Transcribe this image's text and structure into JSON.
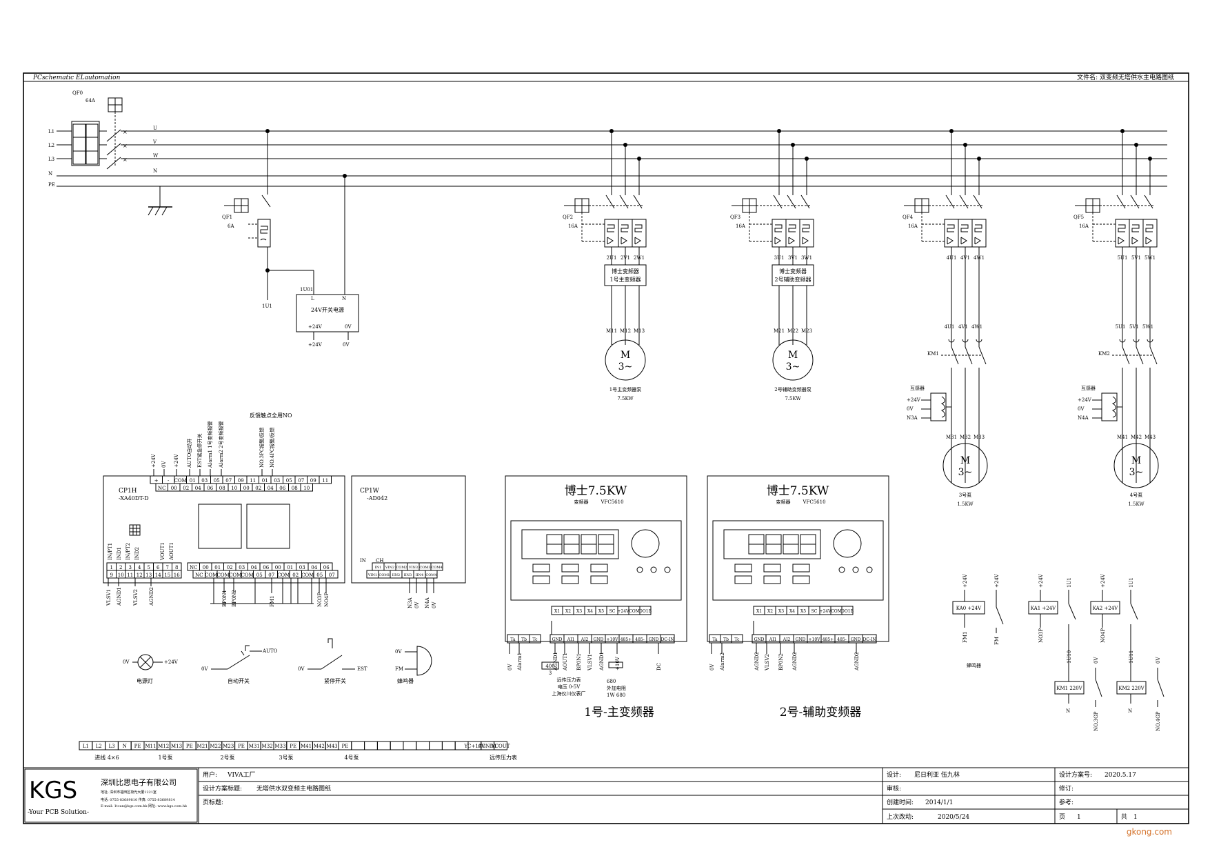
{
  "header": {
    "left": "PCschematic ELautomation",
    "right": "文件名: 双变频无塔供水主电路图纸"
  },
  "mains": {
    "breaker": "QF0",
    "breaker_rating": "64A",
    "lines": [
      "L1",
      "L2",
      "L3",
      "N",
      "PE"
    ],
    "bus": [
      "U",
      "V",
      "W",
      "N"
    ]
  },
  "psu": {
    "breaker": "QF1",
    "rating": "6A",
    "out": "1U1",
    "tag": "1U01",
    "title": "24V开关电源",
    "in_l": "L",
    "in_n": "N",
    "out_p": "+24V",
    "out_0": "0V",
    "term_p": "+24V",
    "term_0": "0V"
  },
  "branches": [
    {
      "qf": "QF2",
      "rating": "16A",
      "t": [
        "2U1",
        "2V1",
        "2W1"
      ],
      "vfd": [
        "博士变频器",
        "1号主变频器"
      ],
      "m": [
        "M11",
        "M12",
        "M13"
      ],
      "name": "1号主变频器泵",
      "power": "7.5KW"
    },
    {
      "qf": "QF3",
      "rating": "16A",
      "t": [
        "3U1",
        "3V1",
        "3W1"
      ],
      "vfd": [
        "博士变频器",
        "2号辅助变频器"
      ],
      "m": [
        "M21",
        "M22",
        "M23"
      ],
      "name": "2号辅助变频器泵",
      "power": "7.5KW"
    },
    {
      "qf": "QF4",
      "rating": "16A",
      "t": [
        "4U1",
        "4V1",
        "4W1"
      ],
      "km": "KM1",
      "ct": "互感器",
      "ct_t": [
        "+24V",
        "0V",
        "N3A"
      ],
      "m": [
        "M31",
        "M32",
        "M33"
      ],
      "name": "3号泵",
      "power": "1.5KW"
    },
    {
      "qf": "QF5",
      "rating": "16A",
      "t": [
        "5U1",
        "5V1",
        "5W1"
      ],
      "km": "KM2",
      "ct": "互感器",
      "ct_t": [
        "+24V",
        "0V",
        "N4A"
      ],
      "m": [
        "M41",
        "M42",
        "M43"
      ],
      "name": "4号泵",
      "power": "1.5KW"
    }
  ],
  "motor": {
    "m": "M",
    "phase": "3~"
  },
  "plc": {
    "name": "CP1H",
    "model": "-XA40DT-D",
    "feedback_note": "反馈触点全用NO",
    "top_labels": [
      "+24V",
      "0V",
      "+24V",
      "AUTO自动开",
      "EST紧急停开关",
      "Alarm1 1号变频报警",
      "Alarm2 2号变频报警",
      "NO.3PC报警/反馈",
      "NO.4PC报警/反馈"
    ],
    "top_row1": [
      "+",
      "-",
      "COM",
      "01",
      "03",
      "05",
      "07",
      "09",
      "11",
      "01",
      "03",
      "05",
      "07",
      "09",
      "11"
    ],
    "top_row2": [
      "NC",
      "00",
      "02",
      "04",
      "06",
      "08",
      "10",
      "00",
      "02",
      "04",
      "06",
      "08",
      "10"
    ],
    "ai_labels": [
      "IN/PT1",
      "IND1",
      "IN/PT2",
      "IND2",
      "VOUT1",
      "AOUT1"
    ],
    "ai_row1": [
      "1",
      "2",
      "3",
      "4",
      "5",
      "6",
      "7",
      "8"
    ],
    "ai_row2": [
      "9",
      "10",
      "11",
      "12",
      "13",
      "14",
      "15",
      "16"
    ],
    "ai_bottom": [
      "VLSV1",
      "AGND1",
      "VLSV2",
      "AGND2"
    ],
    "bot_row1": [
      "NC",
      "00",
      "01",
      "02",
      "03",
      "04",
      "06",
      "00",
      "01",
      "03",
      "04",
      "06"
    ],
    "bot_row2": [
      "NC",
      "COM",
      "COM",
      "COM",
      "COM",
      "05",
      "07",
      "COM",
      "02",
      "COM",
      "05",
      "07"
    ],
    "bot_labels": [
      "BP0N1",
      "BP0N2",
      "FM1",
      "NO3P",
      "NO4P"
    ]
  },
  "plc_ad": {
    "name": "CP1W",
    "model": "-AD042",
    "in": "IN",
    "ch": "CH",
    "row1": [
      "IN1",
      "VIN2",
      "COM2",
      "VIN3",
      "COM3",
      "COM4"
    ],
    "row2": [
      "VIN1",
      "COM1",
      "IIN2",
      "IIN3",
      "IIN4",
      "COM4"
    ],
    "bot": [
      "N3A",
      "0V",
      "N4A",
      "0V"
    ]
  },
  "vfd1": {
    "title": "博士7.5KW",
    "sub": "变频器",
    "model": "VFC5610",
    "io_top": [
      "X1",
      "X2",
      "X3",
      "X4",
      "X5",
      "SC",
      "+24V",
      "COM",
      "DO1B"
    ],
    "io_bot": [
      "Ta",
      "Tb",
      "Tc",
      "GND",
      "AI1",
      "AI2",
      "GND",
      "+10V",
      "485+",
      "485-",
      "GND",
      "DC-IN"
    ],
    "labels": [
      "0V",
      "Alarm1",
      "AGND1",
      "AOUT1",
      "BP0N1",
      "VLSV1",
      "AGND1",
      "+10V",
      "DC"
    ],
    "note1": "远传压力表",
    "note2": "电压 0-5V",
    "note3": "上海仪川仪表厂",
    "pot": "400",
    "pot_n": "3",
    "res": "680",
    "res_note1": "外加电阻",
    "res_note2": "1W 680",
    "caption": "1号-主变频器"
  },
  "vfd2": {
    "title": "博士7.5KW",
    "sub": "变频器",
    "model": "VFC5610",
    "io_top": [
      "X1",
      "X2",
      "X3",
      "X4",
      "X5",
      "SC",
      "+24V",
      "COM",
      "DO1B"
    ],
    "io_bot": [
      "Ta",
      "Tb",
      "Tc",
      "GND",
      "AI1",
      "AI2",
      "GND",
      "+10V",
      "485+",
      "485-",
      "GND",
      "DC-IN"
    ],
    "labels": [
      "0V",
      "Alarm2",
      "AGND2",
      "VLSV2",
      "BP0N2",
      "AGND2",
      "AGND2"
    ],
    "caption": "2号-辅助变频器"
  },
  "indicators": {
    "lamp": {
      "l": "0V",
      "r": "+24V",
      "name": "电源灯"
    },
    "auto": {
      "l": "0V",
      "r": "AUTO",
      "name": "自动开关"
    },
    "est": {
      "l": "0V",
      "r": "EST",
      "name": "紧停开关"
    },
    "buzzer": {
      "t": "0V",
      "m": "FM",
      "name": "蜂鸣器"
    }
  },
  "relays": {
    "ka0": {
      "top": "+24V",
      "coil": "KA0 +24V",
      "bottom": "FM1",
      "right_top": "+24V",
      "right_bot": "FM",
      "name": "蜂鸣器"
    },
    "ka1": {
      "top": "+24V",
      "coil": "KA1 +24V",
      "bottom": "NO3P",
      "right_top": "1U1",
      "sw_mid": "1U10",
      "km": "KM1 220V",
      "km_top": "0V",
      "km_bot": "N",
      "right_bot": "NO.3GP"
    },
    "ka2": {
      "top": "+24V",
      "coil": "KA2 +24V",
      "bottom": "NO4P",
      "right_top": "1U1",
      "sw_mid": "1U11",
      "km": "KM2 220V",
      "km_top": "0V",
      "km_bot": "N",
      "right_bot": "NO.4GP"
    }
  },
  "terminal_strip": {
    "cells": [
      "L1",
      "L2",
      "L3",
      "N",
      "PE",
      "M11",
      "M12",
      "M13",
      "PE",
      "M21",
      "M22",
      "M23",
      "PE",
      "M31",
      "M32",
      "M33",
      "PE",
      "M41",
      "M42",
      "M43",
      "PE",
      "",
      "",
      "",
      "",
      "",
      "",
      "",
      "",
      "",
      "YC+10V",
      "AGND1",
      "VCOUT"
    ],
    "groups": [
      "进线 4×6",
      "1号泵",
      "2号泵",
      "3号泵",
      "4号泵",
      "远传压力表"
    ]
  },
  "title_block": {
    "logo": "KGS",
    "company": "深圳比思电子有限公司",
    "addr": "地址: 深圳市福田区荷光大厦1221室",
    "phone": "电话: 0755-83689810    传真: 0755-83689814",
    "mail": "E-mail: 1tcan@kgs.com.hk  网址: www.kgs.com.hk",
    "slogan": "-Your PCB Solution-",
    "user_l": "用户:",
    "user": "VIVA工厂",
    "proj_l": "设计方案标题:",
    "proj": "无塔供水双变频主电路图纸",
    "page_title_l": "页标题:",
    "design_l": "设计:",
    "design": "尼日利亚 伍九林",
    "review_l": "审核:",
    "created_l": "创建时间:",
    "created": "2014/1/1",
    "modified_l": "上次改动:",
    "modified": "2020/5/24",
    "plan_no_l": "设计方案号:",
    "plan_no": "2020.5.17",
    "rev_l": "修订:",
    "ref_l": "参考:",
    "page_l": "页",
    "page": "1",
    "total_l": "共",
    "total": "1"
  },
  "watermark": "gkong.com"
}
